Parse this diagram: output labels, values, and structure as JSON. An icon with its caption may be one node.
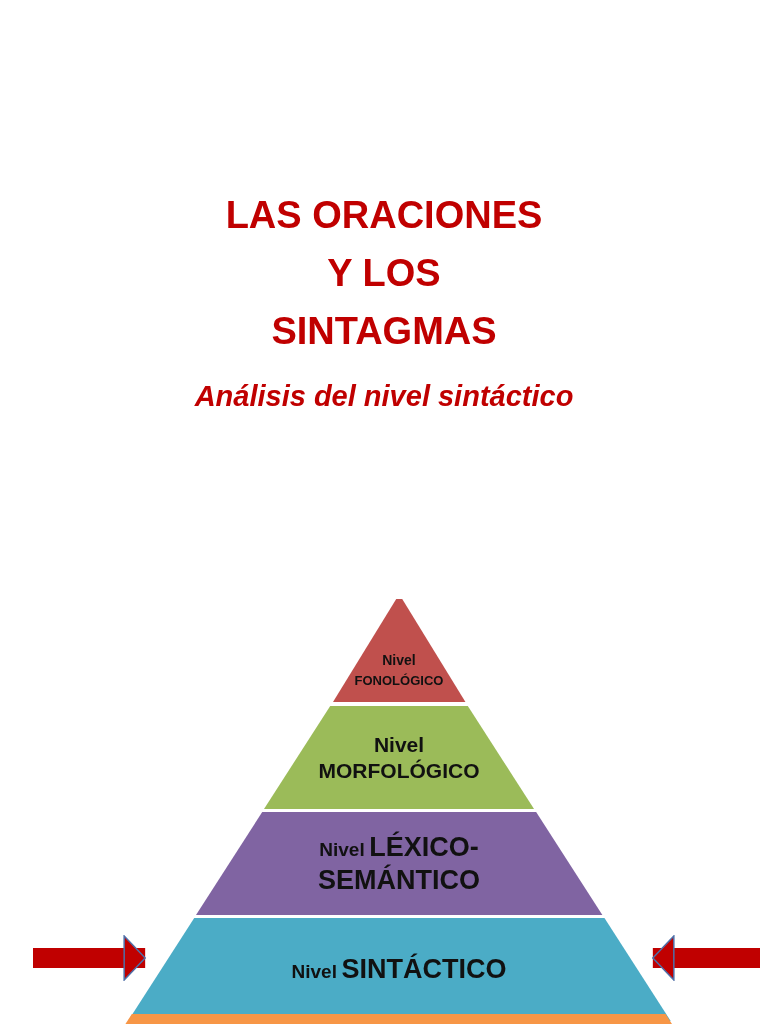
{
  "diagram": {
    "title": "LAS ORACIONES Y LOS SINTAGMAS",
    "nodes": [
      {
        "text": [
          "Nivel",
          "FONOLÓGICO"
        ]
      },
      {
        "text": [
          "Nivel",
          "MORFOLÓGICO"
        ]
      },
      {
        "text": [
          "Nivel",
          "LÉXICO- SEMÁNTICO"
        ]
      },
      {
        "text": [
          "Nivel",
          "SINTÁCTICO"
        ]
      },
      {
        "text": [],
        "shape": "box"
      }
    ],
    "edges": [
      {
        "from": null,
        "to": 3,
        "arrow": "to"
      },
      {
        "from": null,
        "to": 3,
        "arrow": "to"
      }
    ],
    "labels": [
      "Análisis del nivel sintáctico"
    ]
  }
}
